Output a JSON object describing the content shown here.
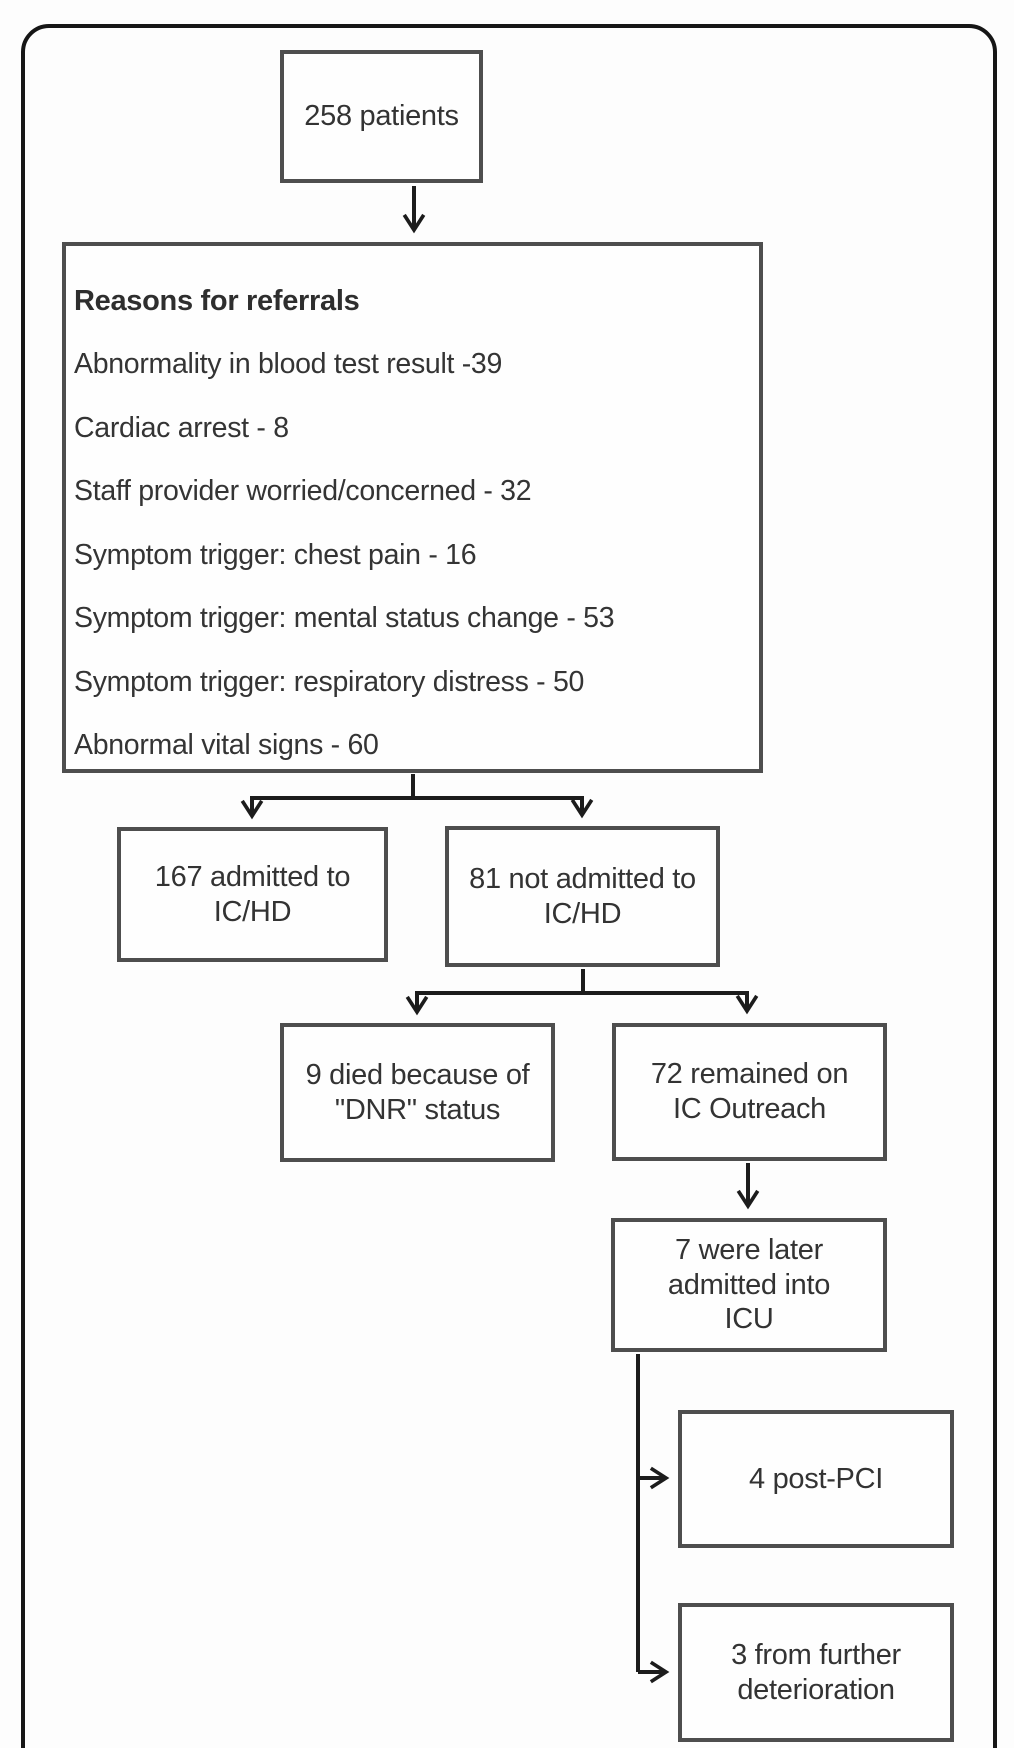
{
  "flowchart": {
    "nodes": {
      "patients": {
        "label": "258 patients"
      },
      "reasons": {
        "title": "Reasons for referrals",
        "items": [
          "Abnormality in blood test result -39",
          "Cardiac arrest - 8",
          "Staff provider worried/concerned - 32",
          "Symptom trigger: chest pain - 16",
          "Symptom trigger: mental status change - 53",
          "Symptom trigger: respiratory distress - 50",
          "Abnormal vital signs - 60"
        ]
      },
      "admitted": {
        "label": "167 admitted to IC/HD"
      },
      "not_admitted": {
        "label": "81 not admitted to IC/HD"
      },
      "died_dnr": {
        "label": "9 died because of \"DNR\" status"
      },
      "remained": {
        "label": "72 remained on IC Outreach"
      },
      "later_icu": {
        "label": "7 were later admitted into ICU"
      },
      "post_pci": {
        "label": "4 post-PCI"
      },
      "deterioration": {
        "label": "3 from further deterioration"
      }
    },
    "edges": [
      {
        "from": "patients",
        "to": "reasons"
      },
      {
        "from": "reasons",
        "to": "admitted"
      },
      {
        "from": "reasons",
        "to": "not_admitted"
      },
      {
        "from": "not_admitted",
        "to": "died_dnr"
      },
      {
        "from": "not_admitted",
        "to": "remained"
      },
      {
        "from": "remained",
        "to": "later_icu"
      },
      {
        "from": "later_icu",
        "to": "post_pci"
      },
      {
        "from": "later_icu",
        "to": "deterioration"
      }
    ],
    "colors": {
      "frame_border": "#161616",
      "box_border": "#4e4e4e",
      "line": "#1c1c1c",
      "text": "#333333",
      "background": "#fdfdfd"
    }
  }
}
